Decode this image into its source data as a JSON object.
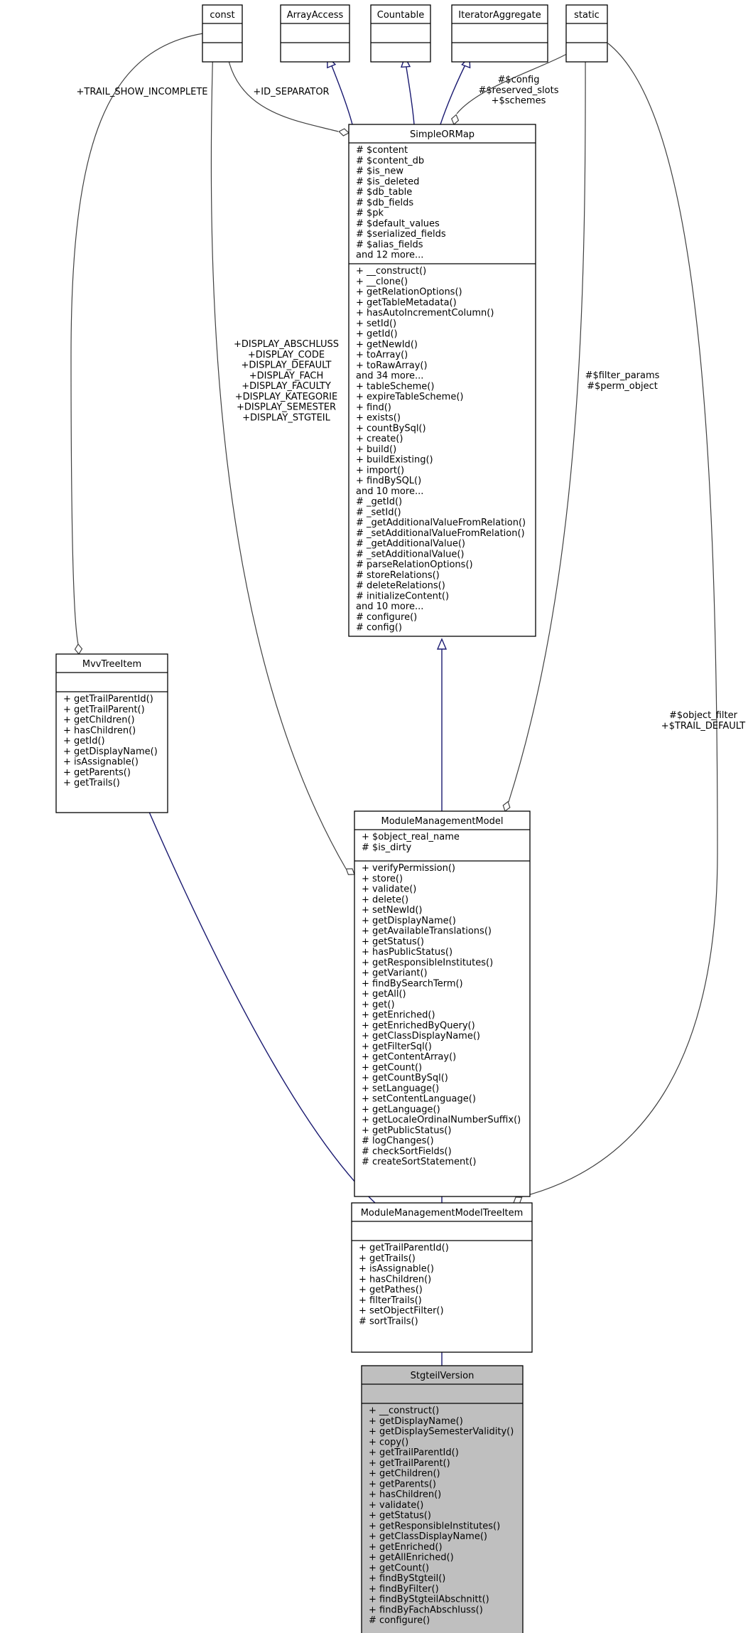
{
  "classes": {
    "const": {
      "name": "const",
      "attributes": [],
      "methods": []
    },
    "arrayaccess": {
      "name": "ArrayAccess",
      "attributes": [],
      "methods": []
    },
    "countable": {
      "name": "Countable",
      "attributes": [],
      "methods": []
    },
    "iteratoraggregate": {
      "name": "IteratorAggregate",
      "attributes": [],
      "methods": []
    },
    "static": {
      "name": "static",
      "attributes": [],
      "methods": []
    },
    "simpleormap": {
      "name": "SimpleORMap",
      "attributes": [
        "# $content",
        "# $content_db",
        "# $is_new",
        "# $is_deleted",
        "# $db_table",
        "# $db_fields",
        "# $pk",
        "# $default_values",
        "# $serialized_fields",
        "# $alias_fields",
        "and 12 more..."
      ],
      "methods": [
        "+ __construct()",
        "+ __clone()",
        "+ getRelationOptions()",
        "+ getTableMetadata()",
        "+ hasAutoIncrementColumn()",
        "+ setId()",
        "+ getId()",
        "+ getNewId()",
        "+ toArray()",
        "+ toRawArray()",
        "and 34 more...",
        "+ tableScheme()",
        "+ expireTableScheme()",
        "+ find()",
        "+ exists()",
        "+ countBySql()",
        "+ create()",
        "+ build()",
        "+ buildExisting()",
        "+ import()",
        "+ findBySQL()",
        "and 10 more...",
        "# _getId()",
        "# _setId()",
        "# _getAdditionalValueFromRelation()",
        "# _setAdditionalValueFromRelation()",
        "# _getAdditionalValue()",
        "# _setAdditionalValue()",
        "# parseRelationOptions()",
        "# storeRelations()",
        "# deleteRelations()",
        "# initializeContent()",
        "and 10 more...",
        "# configure()",
        "# config()"
      ]
    },
    "mvvtreeitem": {
      "name": "MvvTreeItem",
      "attributes": [],
      "methods": [
        "+ getTrailParentId()",
        "+ getTrailParent()",
        "+ getChildren()",
        "+ hasChildren()",
        "+ getId()",
        "+ getDisplayName()",
        "+ isAssignable()",
        "+ getParents()",
        "+ getTrails()"
      ]
    },
    "modulemanagementmodel": {
      "name": "ModuleManagementModel",
      "attributes": [
        "+ $object_real_name",
        "# $is_dirty"
      ],
      "methods": [
        "+ verifyPermission()",
        "+ store()",
        "+ validate()",
        "+ delete()",
        "+ setNewId()",
        "+ getDisplayName()",
        "+ getAvailableTranslations()",
        "+ getStatus()",
        "+ hasPublicStatus()",
        "+ getResponsibleInstitutes()",
        "+ getVariant()",
        "+ findBySearchTerm()",
        "+ getAll()",
        "+ get()",
        "+ getEnriched()",
        "+ getEnrichedByQuery()",
        "+ getClassDisplayName()",
        "+ getFilterSql()",
        "+ getContentArray()",
        "+ getCount()",
        "+ getCountBySql()",
        "+ setLanguage()",
        "+ setContentLanguage()",
        "+ getLanguage()",
        "+ getLocaleOrdinalNumberSuffix()",
        "+ getPublicStatus()",
        "# logChanges()",
        "# checkSortFields()",
        "# createSortStatement()"
      ]
    },
    "modulemanagementmodeltreeitem": {
      "name": "ModuleManagementModelTreeItem",
      "attributes": [],
      "methods": [
        "+ getTrailParentId()",
        "+ getTrails()",
        "+ isAssignable()",
        "+ hasChildren()",
        "+ getPathes()",
        "+ filterTrails()",
        "+ setObjectFilter()",
        "# sortTrails()"
      ]
    },
    "stgteilversion": {
      "name": "StgteilVersion",
      "attributes": [],
      "methods": [
        "+ __construct()",
        "+ getDisplayName()",
        "+ getDisplaySemesterValidity()",
        "+ copy()",
        "+ getTrailParentId()",
        "+ getTrailParent()",
        "+ getChildren()",
        "+ getParents()",
        "+ hasChildren()",
        "+ validate()",
        "+ getStatus()",
        "+ getResponsibleInstitutes()",
        "+ getClassDisplayName()",
        "+ getEnriched()",
        "+ getAllEnriched()",
        "+ getCount()",
        "+ findByStgteil()",
        "+ findByFilter()",
        "+ findByStgteilAbschnitt()",
        "+ findByFachAbschluss()",
        "# configure()"
      ]
    }
  },
  "edge_labels": {
    "trail_show_incomplete": [
      "+TRAIL_SHOW_INCOMPLETE"
    ],
    "id_separator": [
      "+ID_SEPARATOR"
    ],
    "static_to_sorm": [
      "#$config",
      "#$reserved_slots",
      "+$schemes"
    ],
    "display_constants": [
      "+DISPLAY_ABSCHLUSS",
      "+DISPLAY_CODE",
      "+DISPLAY_DEFAULT",
      "+DISPLAY_FACH",
      "+DISPLAY_FACULTY",
      "+DISPLAY_KATEGORIE",
      "+DISPLAY_SEMESTER",
      "+DISPLAY_STGTEIL"
    ],
    "filter_params": [
      "#$filter_params",
      "#$perm_object"
    ],
    "object_filter": [
      "#$object_filter",
      "+$TRAIL_DEFAULT"
    ]
  }
}
